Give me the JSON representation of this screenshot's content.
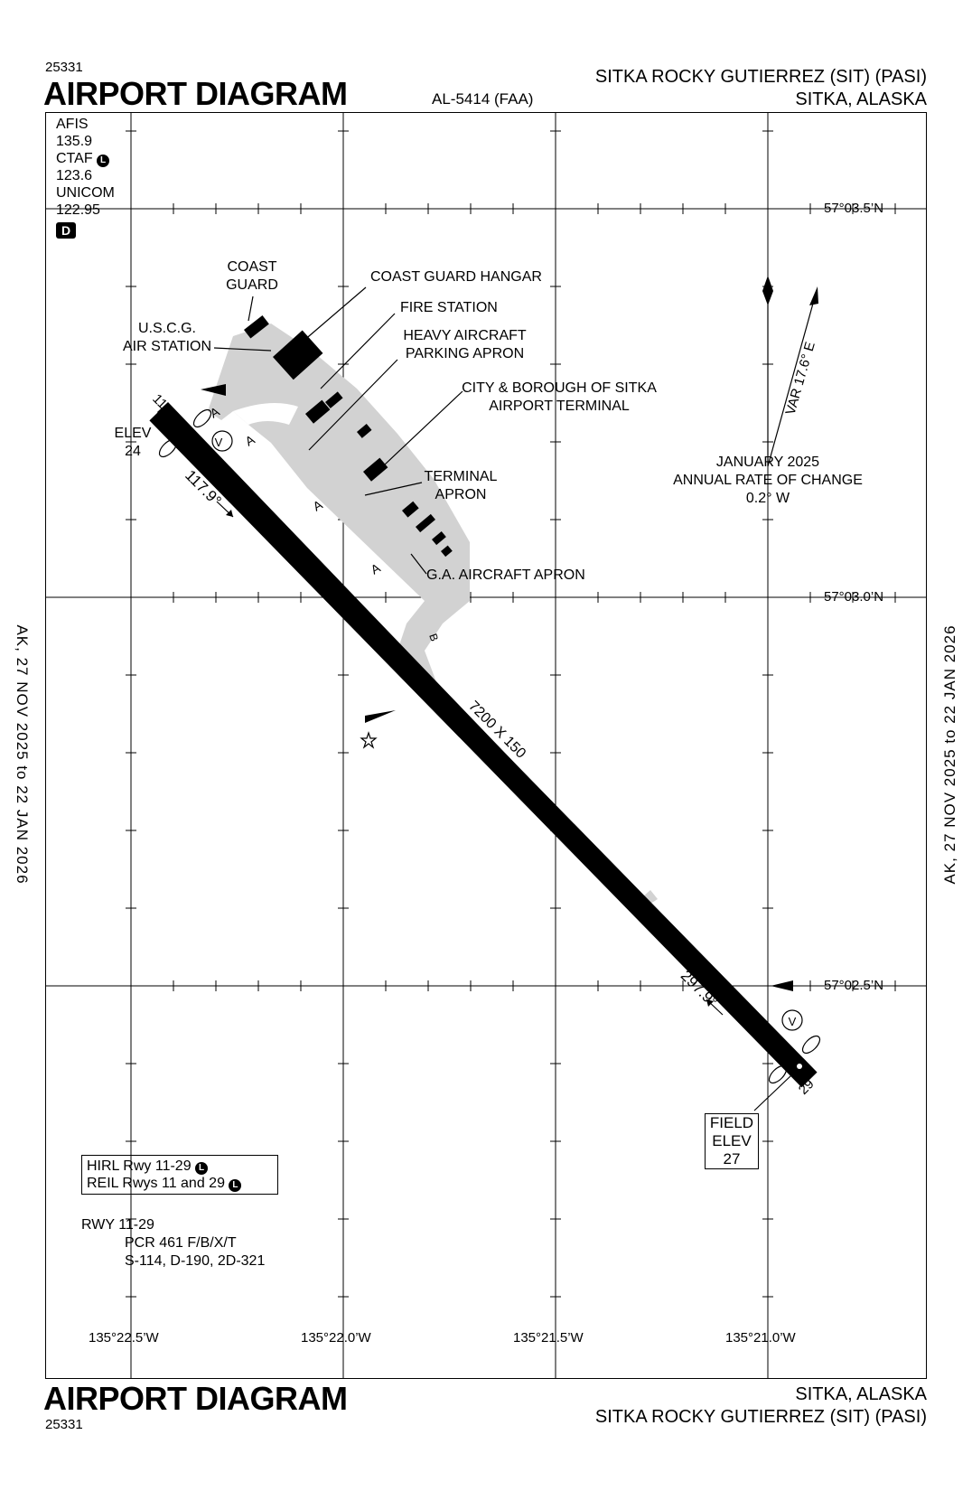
{
  "header": {
    "chart_number_top": "25331",
    "title_top": "AIRPORT DIAGRAM",
    "procedure_id": "AL-5414 (FAA)",
    "airport_name_top": "SITKA ROCKY GUTIERREZ (SIT) (PASI)",
    "city_top": "SITKA, ALASKA"
  },
  "footer": {
    "title_bottom": "AIRPORT DIAGRAM",
    "chart_number_bottom": "25331",
    "city_bottom": "SITKA, ALASKA",
    "airport_name_bottom": "SITKA ROCKY GUTIERREZ (SIT) (PASI)"
  },
  "side_text": {
    "left": "AK,  27 NOV 2025  to  22 JAN 2026",
    "right": "AK,  27 NOV 2025  to  22 JAN 2026"
  },
  "frequencies": {
    "afis_label": "AFIS",
    "afis_freq": "135.9",
    "ctaf_label": "CTAF",
    "ctaf_freq": "123.6",
    "unicom_label": "UNICOM",
    "unicom_freq": "122.95",
    "d_badge": "D",
    "l_badge": "L"
  },
  "latitudes": [
    "57°03.5’N",
    "57°03.0’N",
    "57°02.5’N"
  ],
  "longitudes": [
    "135°22.5’W",
    "135°22.0’W",
    "135°21.5’W",
    "135°21.0’W"
  ],
  "labels": {
    "coast_guard": [
      "COAST",
      "GUARD"
    ],
    "coast_guard_hangar": "COAST GUARD HANGAR",
    "uscg": [
      "U.S.C.G.",
      "AIR STATION"
    ],
    "fire_station": "FIRE STATION",
    "heavy_apron": [
      "HEAVY AIRCRAFT",
      "PARKING APRON"
    ],
    "terminal": [
      "CITY & BOROUGH OF SITKA",
      "AIRPORT TERMINAL"
    ],
    "terminal_apron": [
      "TERMINAL",
      "APRON"
    ],
    "ga_apron": "G.A. AIRCRAFT APRON",
    "elev_left": [
      "ELEV",
      "24"
    ],
    "field_elev": [
      "FIELD",
      "ELEV",
      "27"
    ],
    "taxiway_a": "A",
    "taxiway_b": "B",
    "vor_badge": "V"
  },
  "runway": {
    "end_1": "11",
    "end_2": "29",
    "heading_1": "117.9°",
    "heading_2": "297.9°",
    "dimensions": "7200 X 150"
  },
  "magnetic": {
    "variation": "VAR 17.6° E",
    "date": "JANUARY 2025",
    "rate_label": "ANNUAL RATE OF CHANGE",
    "rate_value": "0.2° W"
  },
  "lighting": {
    "hirl": "HIRL Rwy 11-29",
    "reil": "REIL Rwys 11 and 29"
  },
  "runway_data": {
    "rwy": "RWY 11-29",
    "pcr": "PCR 461 F/B/X/T",
    "strength": "S-114, D-190, 2D-321"
  }
}
